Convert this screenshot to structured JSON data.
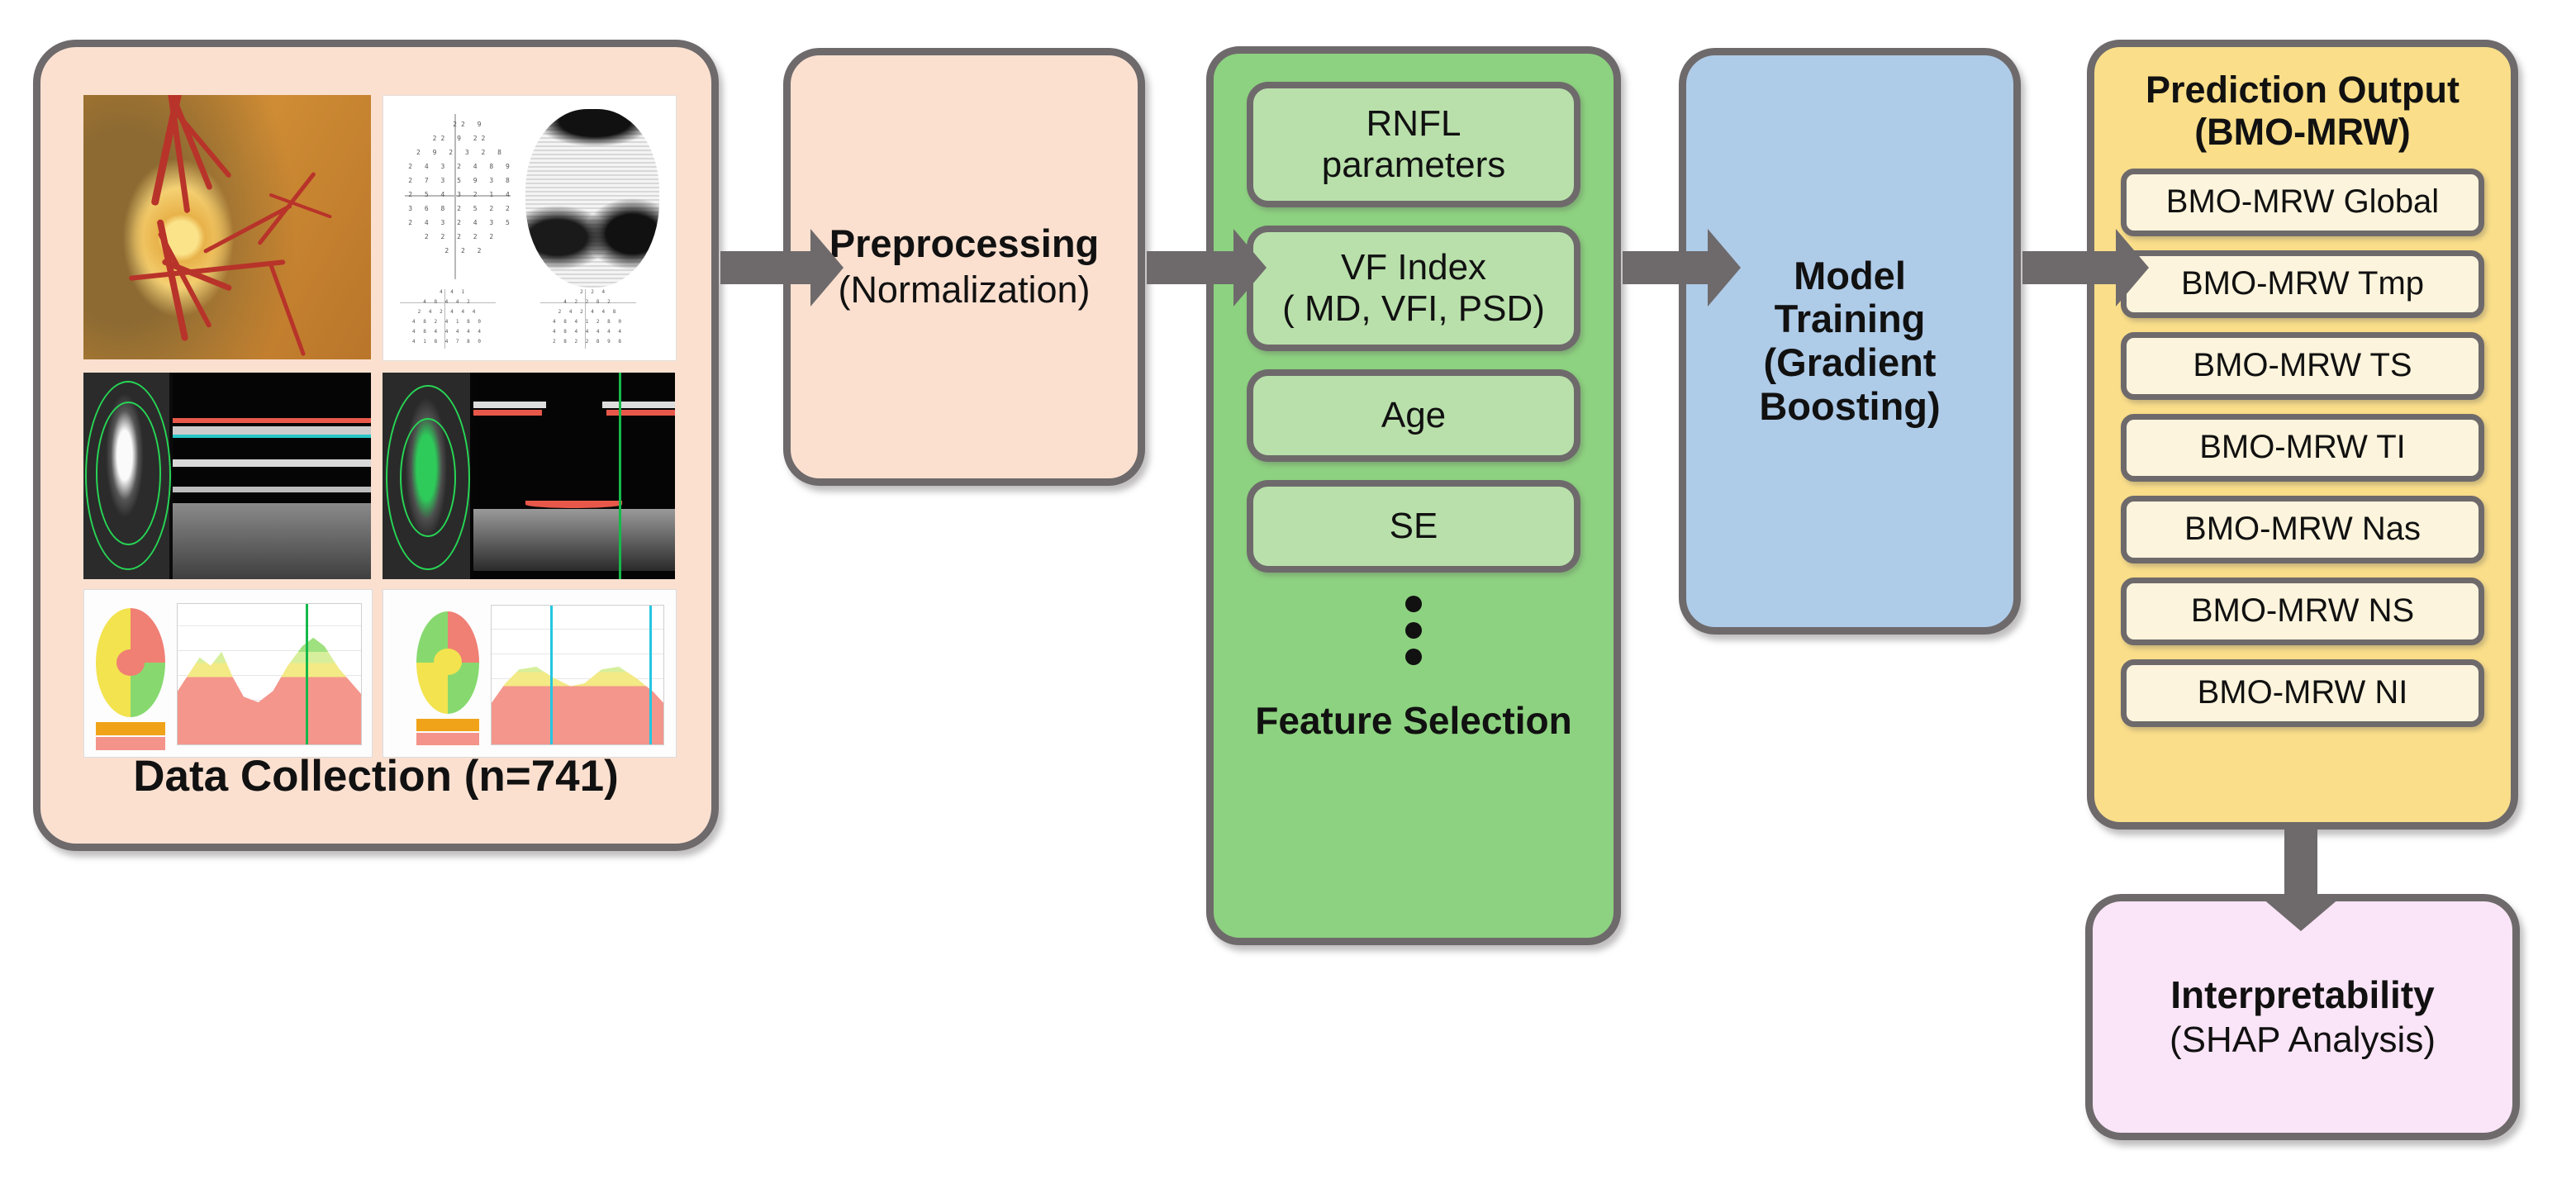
{
  "diagram": {
    "type": "flowchart",
    "title": "Glaucoma BMO-MRW prediction pipeline",
    "orientation": "left-to-right",
    "colors": {
      "peach_fill": "#fbe0d0",
      "green_fill": "#8dd280",
      "green_pill_fill": "#b9e0ab",
      "blue_fill": "#aecbe8",
      "yellow_fill": "#fade8a",
      "yellow_pill_fill": "#fcf4dc",
      "pink_fill": "#fae4f7",
      "border_gray": "#6e6a6b",
      "arrow_gray": "#6e6a6b"
    }
  },
  "nodes": {
    "data_collection": {
      "label": "Data Collection (n=741)",
      "images": [
        {
          "name": "fundus-photograph",
          "caption": ""
        },
        {
          "name": "visual-field-printout",
          "caption": ""
        },
        {
          "name": "oct-rnfl-bscan",
          "caption": ""
        },
        {
          "name": "oct-onh-bscan",
          "caption": ""
        },
        {
          "name": "rnfl-thickness-profile-left",
          "caption": ""
        },
        {
          "name": "rnfl-thickness-profile-right",
          "caption": ""
        }
      ]
    },
    "preprocessing": {
      "title": "Preprocessing",
      "subtitle": "(Normalization)"
    },
    "feature_selection": {
      "label": "Feature Selection",
      "ellipsis": "⋮",
      "features": [
        {
          "line1": "RNFL",
          "line2": "parameters"
        },
        {
          "line1": "VF Index",
          "line2": "( MD, VFI, PSD)"
        },
        {
          "line1": "Age",
          "line2": ""
        },
        {
          "line1": "SE",
          "line2": ""
        }
      ]
    },
    "model_training": {
      "line1": "Model",
      "line2": "Training",
      "line3": "(Gradient",
      "line4": "Boosting)"
    },
    "prediction_output": {
      "title_line1": "Prediction Output",
      "title_line2": "(BMO-MRW)",
      "outputs": [
        "BMO-MRW Global",
        "BMO-MRW Tmp",
        "BMO-MRW TS",
        "BMO-MRW TI",
        "BMO-MRW Nas",
        "BMO-MRW NS",
        "BMO-MRW NI"
      ]
    },
    "interpretability": {
      "title": "Interpretability",
      "subtitle": "(SHAP Analysis)"
    }
  },
  "arrows": [
    {
      "name": "data-collection-to-preprocessing",
      "from": "data_collection",
      "to": "preprocessing",
      "direction": "right"
    },
    {
      "name": "preprocessing-to-feature-selection",
      "from": "preprocessing",
      "to": "feature_selection",
      "direction": "right"
    },
    {
      "name": "feature-selection-to-model-training",
      "from": "feature_selection",
      "to": "model_training",
      "direction": "right"
    },
    {
      "name": "model-training-to-prediction-output",
      "from": "model_training",
      "to": "prediction_output",
      "direction": "right"
    },
    {
      "name": "prediction-output-to-interpretability",
      "from": "prediction_output",
      "to": "interpretability",
      "direction": "down"
    }
  ]
}
